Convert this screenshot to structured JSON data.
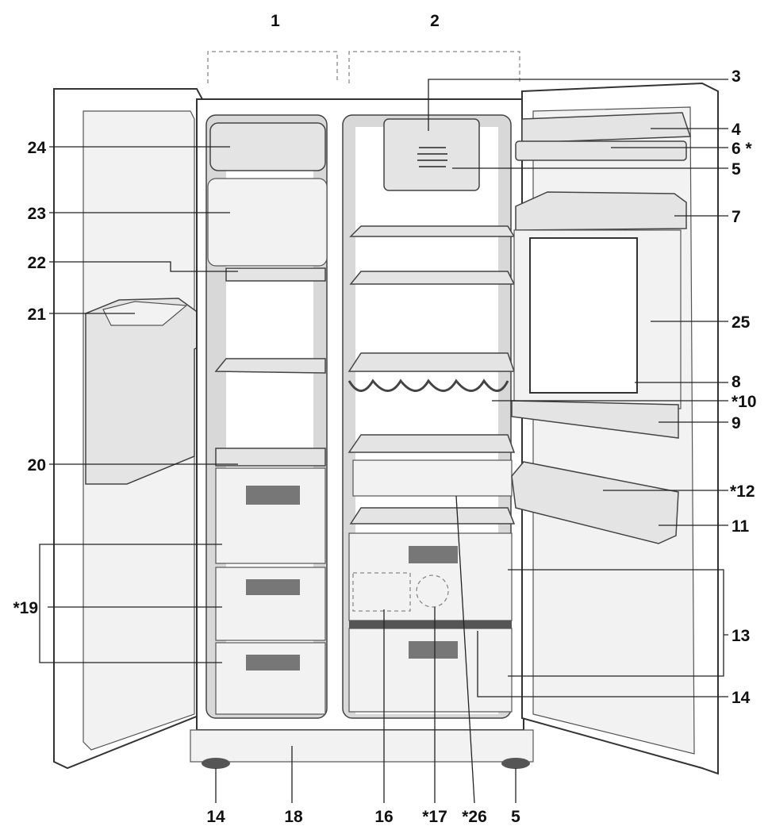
{
  "labels": {
    "top": [
      "1",
      "2"
    ],
    "left": [
      "24",
      "23",
      "22",
      "21",
      "20",
      "*19"
    ],
    "right": [
      "3",
      "4",
      "6 *",
      "5",
      "7",
      "25",
      "8",
      "*10",
      "9",
      "*12",
      "11",
      "13",
      "14"
    ],
    "bottom": [
      "14",
      "18",
      "16",
      "*17",
      "*26",
      "5"
    ]
  }
}
